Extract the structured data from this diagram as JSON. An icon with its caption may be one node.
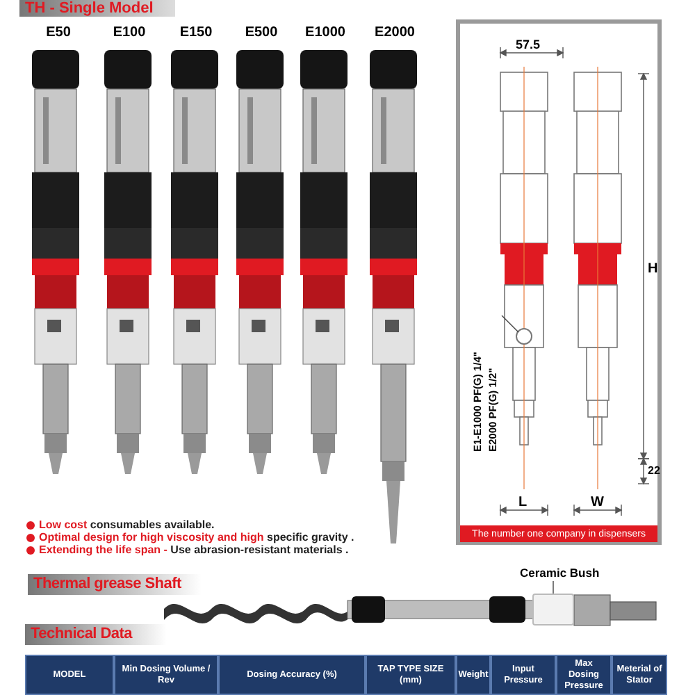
{
  "diagram": {
    "title": "TH - Single Model",
    "nodes": [
      {
        "text": [
          "E1-E1000 PF(G) 1/4\"",
          "E2000 PF(G) 1/2\""
        ]
      },
      {
        "text": [],
        "shape": "circle"
      },
      {
        "text": [
          "Ceramic Bush"
        ]
      },
      {
        "text": [],
        "shape": "box"
      }
    ],
    "edges": [
      {
        "from": 0,
        "to": 1,
        "arrow": "none"
      },
      {
        "from": 2,
        "to": 3,
        "arrow": "none"
      }
    ],
    "labels": [
      "E50",
      "E100",
      "E150",
      "E500",
      "E1000",
      "E2000",
      "57.5",
      "H",
      "22",
      "L",
      "W",
      "The number one company in dispensers",
      "**Low cost** consumables available.",
      "**Optimal design for high viscosity and high** specific gravity .",
      "**Extending the life span -** Use abrasion-resistant materials .",
      "Thermal grease Shaft",
      "Technical Data",
      "MODEL",
      "Min Dosing Volume / Rev",
      "Dosing Accuracy (%)",
      "TAP TYPE SIZE (mm)",
      "Weight",
      "Input Pressure",
      "Max Dosing Pressure",
      "Meterial of Stator"
    ]
  }
}
